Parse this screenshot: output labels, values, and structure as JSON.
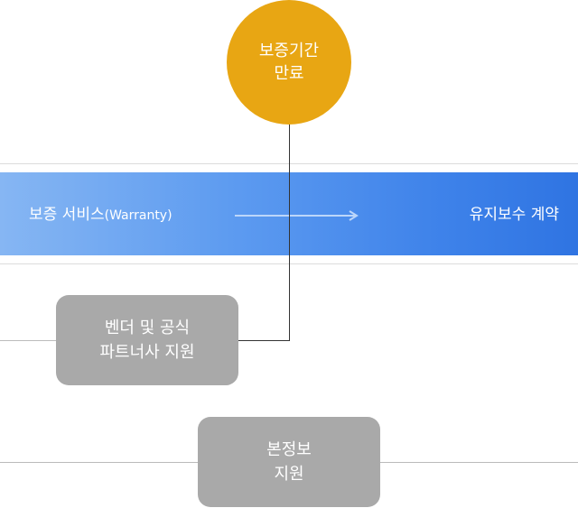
{
  "diagram": {
    "expiry_circle": {
      "line1": "보증기간",
      "line2": "만료"
    },
    "band": {
      "left_label": "보증 서비스",
      "left_label_paren": "(Warranty)",
      "right_label": "유지보수 계약"
    },
    "vendor_box": {
      "line1": "벤더 및 공식",
      "line2": "파트너사 지원"
    },
    "hq_box": {
      "line1": "본정보",
      "line2": "지원"
    }
  },
  "colors": {
    "circle": "#e8a613",
    "band_start": "#86b6f3",
    "band_end": "#2f74e2",
    "box": "#a9a9a9",
    "connector": "#333333",
    "divider": "#dcdcdc"
  }
}
